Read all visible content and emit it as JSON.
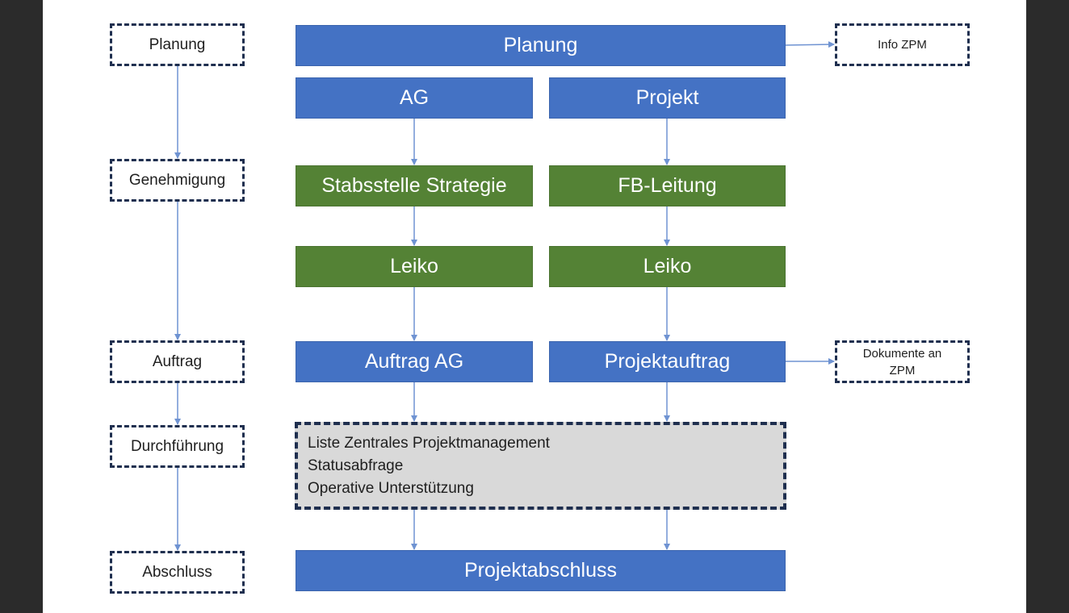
{
  "phases": {
    "planung": "Planung",
    "genehmigung": "Genehmigung",
    "auftrag": "Auftrag",
    "durchfuehrung": "Durchführung",
    "abschluss": "Abschluss"
  },
  "flow": {
    "planung": "Planung",
    "ag": "AG",
    "projekt": "Projekt",
    "stabsstelle": "Stabsstelle Strategie",
    "fb_leitung": "FB-Leitung",
    "leiko_left": "Leiko",
    "leiko_right": "Leiko",
    "auftrag_ag": "Auftrag AG",
    "projektauftrag": "Projektauftrag",
    "projektabschluss": "Projektabschluss"
  },
  "execution": {
    "lines": [
      "Liste Zentrales Projektmanagement",
      "Statusabfrage",
      "Operative Unterstützung"
    ]
  },
  "notes": {
    "info_zpm": "Info ZPM",
    "dokumente_line1": "Dokumente an",
    "dokumente_line2": "ZPM"
  },
  "colors": {
    "blue": "#4472c4",
    "green": "#548235",
    "gray": "#d9d9d9",
    "arrow": "#6f93d2",
    "dashed_border": "#1f2f4f"
  }
}
